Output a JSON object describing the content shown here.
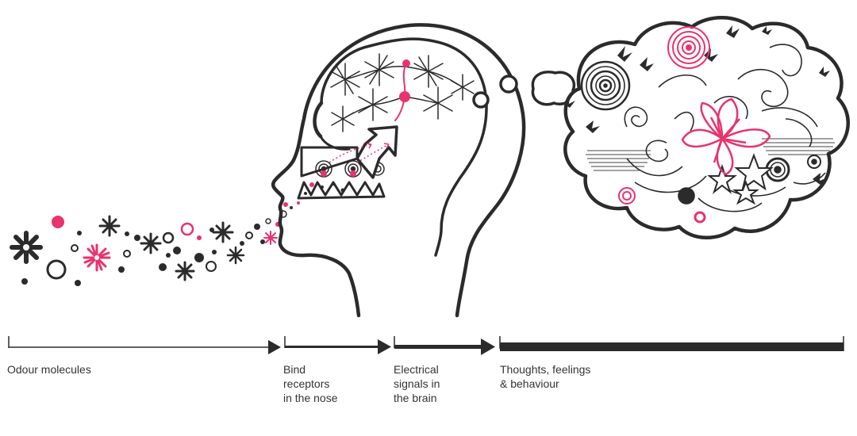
{
  "colors": {
    "ink": "#2b2b2b",
    "accent": "#e8336d",
    "paper": "#ffffff"
  },
  "icons": [
    "odour-molecule-icon",
    "flower-molecule-icon",
    "head-outline",
    "brain-neuron-network",
    "nose-receptor-icon",
    "thought-cloud",
    "butterfly-icon",
    "swirl-icon",
    "star-icon",
    "lily-icon"
  ],
  "stages": [
    {
      "label": "Odour molecules"
    },
    {
      "label": "Bind\nreceptors\nin the nose"
    },
    {
      "label": "Electrical\nsignals in\nthe brain"
    },
    {
      "label": "Thoughts, feelings\n& behaviour"
    }
  ]
}
